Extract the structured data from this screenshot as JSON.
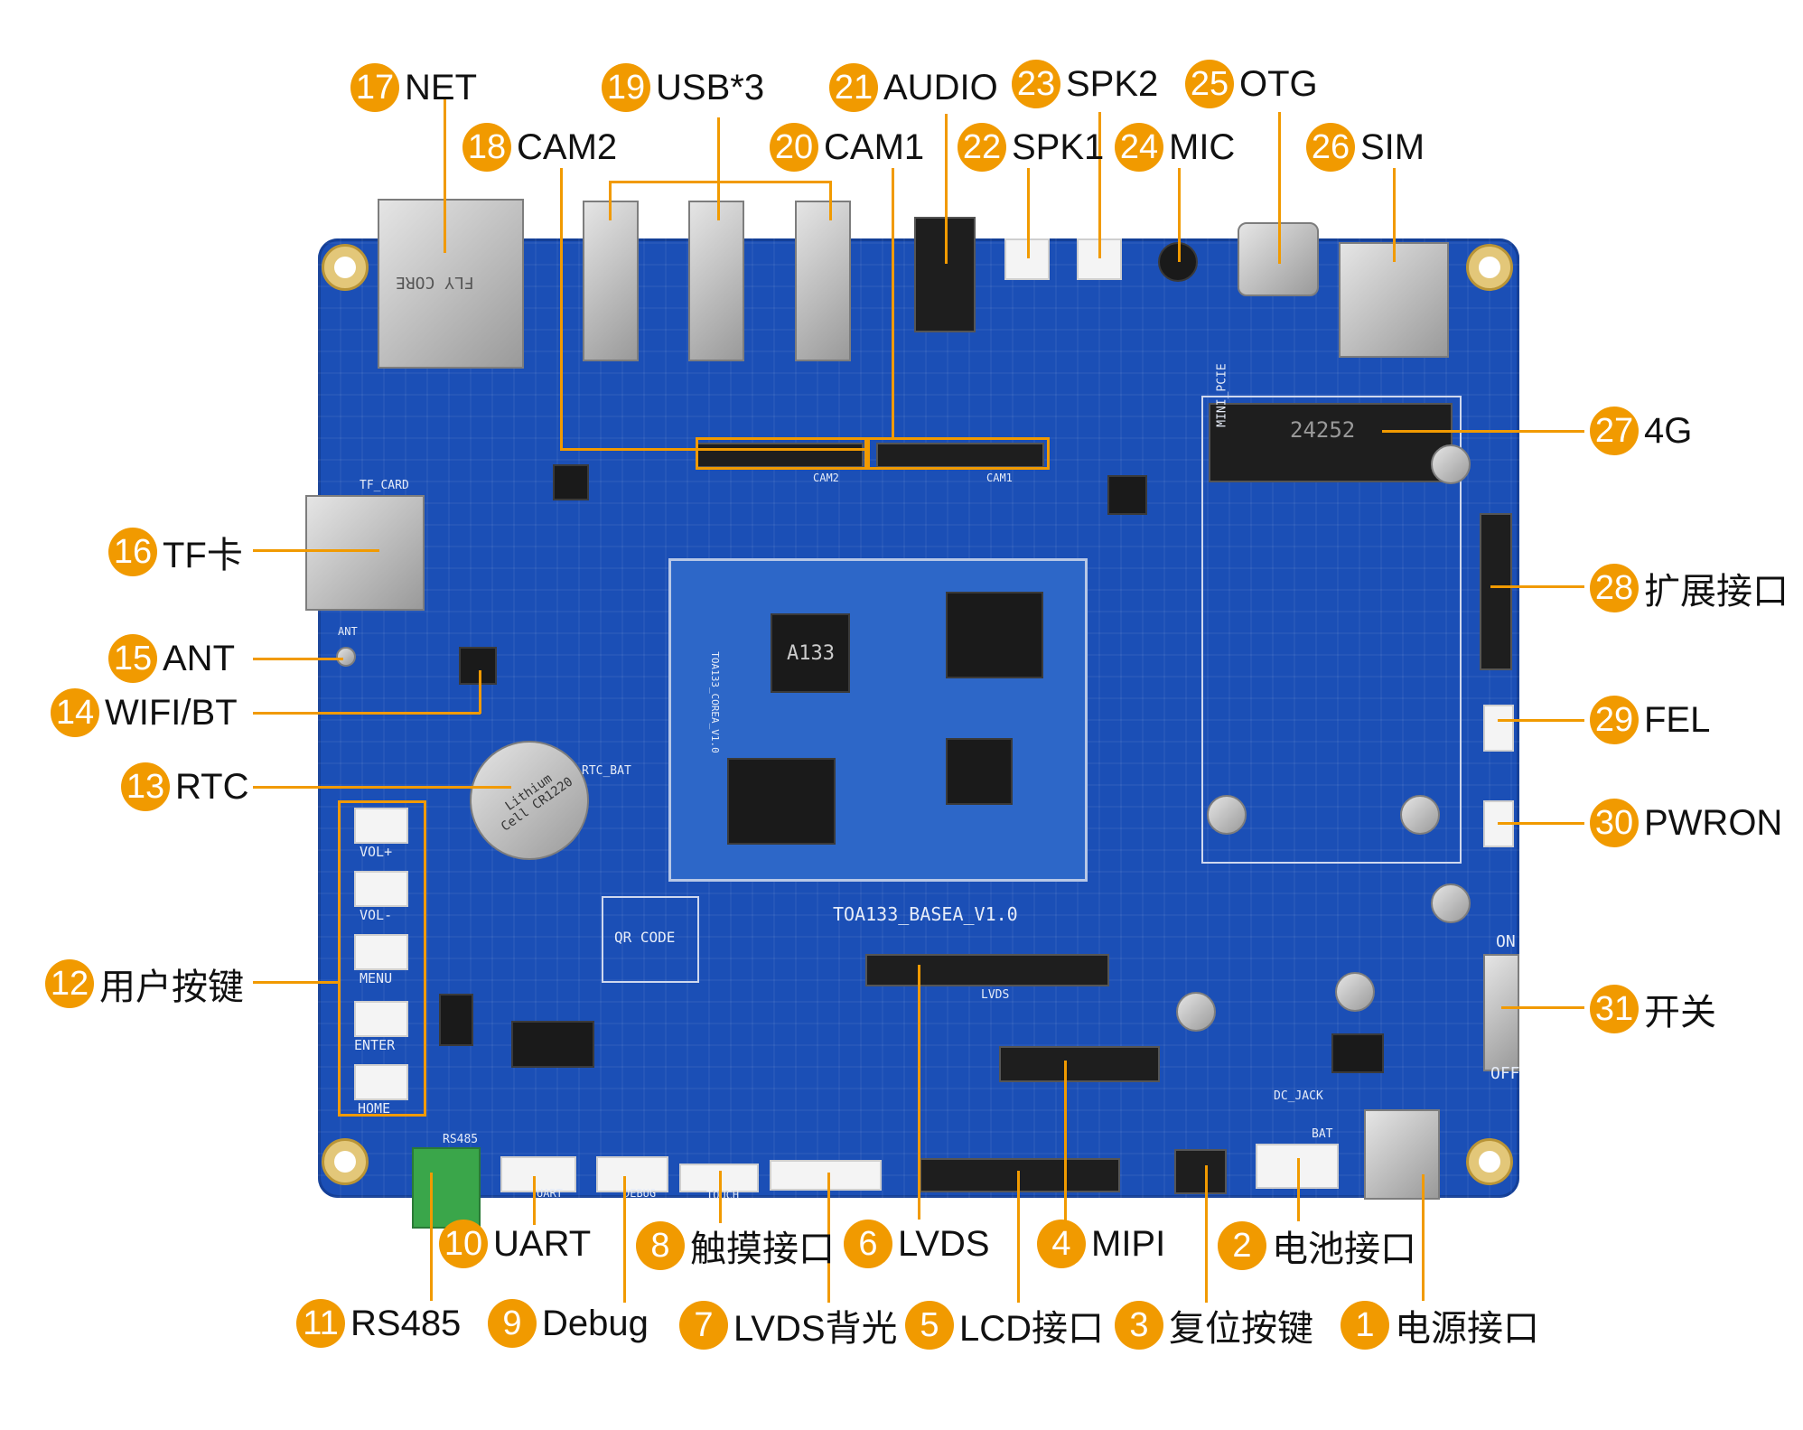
{
  "board": {
    "silk_model": "TOA133_BASEA_V1.0",
    "silk_qr": "QR CODE",
    "silk_tf_card": "TF_CARD",
    "silk_lcd_label": "LVDS",
    "silk_cam1": "CAM1",
    "silk_cam2": "CAM2",
    "silk_ant": "ANT",
    "silk_rtc_bat": "RTC_BAT",
    "silk_rs485": "RS485",
    "silk_uart": "UART",
    "silk_debug": "DEBUG",
    "silk_touch": "TOUCH",
    "silk_dc_jack": "DC_JACK",
    "silk_bat": "BAT",
    "silk_on": "ON",
    "silk_off": "OFF",
    "silk_mini_pcie": "MINI_PCIE",
    "silk_pcie_num": "24252",
    "silk_core": "TOA133_COREA_V1.0",
    "silk_soc": "A133",
    "silk_battery": "Lithium Cell CR1220",
    "silk_rj45": "FLY CORE",
    "buttons": [
      "VOL+",
      "VOL-",
      "MENU",
      "ENTER",
      "HOME"
    ]
  },
  "callouts": [
    {
      "num": "1",
      "text": "电源接口"
    },
    {
      "num": "2",
      "text": "电池接口"
    },
    {
      "num": "3",
      "text": "复位按键"
    },
    {
      "num": "4",
      "text": "MIPI"
    },
    {
      "num": "5",
      "text": "LCD接口"
    },
    {
      "num": "6",
      "text": "LVDS"
    },
    {
      "num": "7",
      "text": "LVDS背光"
    },
    {
      "num": "8",
      "text": "触摸接口"
    },
    {
      "num": "9",
      "text": "Debug"
    },
    {
      "num": "10",
      "text": "UART"
    },
    {
      "num": "11",
      "text": "RS485"
    },
    {
      "num": "12",
      "text": "用户按键"
    },
    {
      "num": "13",
      "text": "RTC"
    },
    {
      "num": "14",
      "text": "WIFI/BT"
    },
    {
      "num": "15",
      "text": "ANT"
    },
    {
      "num": "16",
      "text": "TF卡"
    },
    {
      "num": "17",
      "text": "NET"
    },
    {
      "num": "18",
      "text": "CAM2"
    },
    {
      "num": "19",
      "text": "USB*3"
    },
    {
      "num": "20",
      "text": "CAM1"
    },
    {
      "num": "21",
      "text": "AUDIO"
    },
    {
      "num": "22",
      "text": "SPK1"
    },
    {
      "num": "23",
      "text": "SPK2"
    },
    {
      "num": "24",
      "text": "MIC"
    },
    {
      "num": "25",
      "text": "OTG"
    },
    {
      "num": "26",
      "text": "SIM"
    },
    {
      "num": "27",
      "text": "4G"
    },
    {
      "num": "28",
      "text": "扩展接口"
    },
    {
      "num": "29",
      "text": "FEL"
    },
    {
      "num": "30",
      "text": "PWRON"
    },
    {
      "num": "31",
      "text": "开关"
    }
  ],
  "colors": {
    "accent": "#f19a00",
    "pcb": "#1b4fb6",
    "text": "#111111"
  }
}
